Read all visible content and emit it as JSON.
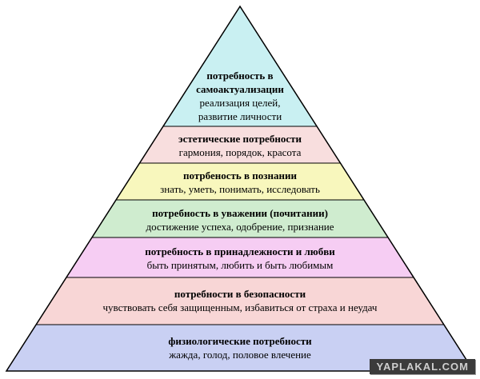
{
  "levels": [
    {
      "title_lines": [
        "потребность в",
        "самоактуализации"
      ],
      "desc_lines": [
        "реализация целей,",
        "развитие личности"
      ],
      "color": "#c9f0f2"
    },
    {
      "title_lines": [
        "эстетические потребности"
      ],
      "desc_lines": [
        "гармония, порядок, красота"
      ],
      "color": "#f8dede"
    },
    {
      "title_lines": [
        "потрбеность в познании"
      ],
      "desc_lines": [
        "знать, уметь, понимать, исследовать"
      ],
      "color": "#f8f7bd"
    },
    {
      "title_lines": [
        "потребность в уважении (почитании)"
      ],
      "desc_lines": [
        "достижение успеха, одобрение, признание"
      ],
      "color": "#cfeccf"
    },
    {
      "title_lines": [
        "потребность в принадлежности и любви"
      ],
      "desc_lines": [
        "быть принятым, любить и быть любимым"
      ],
      "color": "#f6cdf3"
    },
    {
      "title_lines": [
        "потребности в безопасности"
      ],
      "desc_lines": [
        "чувствовать себя защищенным,  избавиться от страха и неудач"
      ],
      "color": "#f8d6d6"
    },
    {
      "title_lines": [
        "физиологические потребности"
      ],
      "desc_lines": [
        "жажда, голод, половое влечение"
      ],
      "color": "#c9d0f3"
    }
  ],
  "watermark": "YAPLAKAL.COM"
}
